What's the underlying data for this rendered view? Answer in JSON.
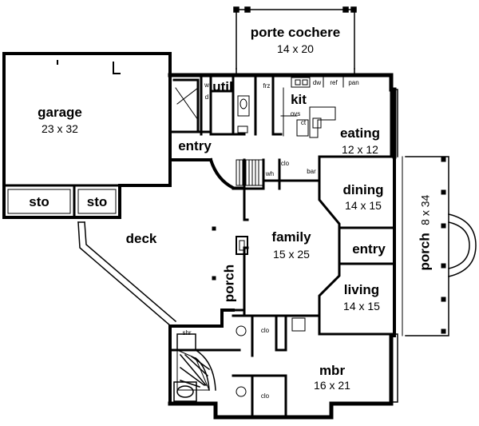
{
  "rooms": {
    "porte_cochere": {
      "name": "porte cochere",
      "size": "14 x 20"
    },
    "garage": {
      "name": "garage",
      "size": "23 x 32"
    },
    "sto_left": {
      "name": "sto"
    },
    "sto_right": {
      "name": "sto"
    },
    "util": {
      "name": "util"
    },
    "kit": {
      "name": "kit"
    },
    "eating": {
      "name": "eating",
      "size": "12 x 12"
    },
    "entry_top": {
      "name": "entry"
    },
    "dining": {
      "name": "dining",
      "size": "14 x 15"
    },
    "deck": {
      "name": "deck"
    },
    "family": {
      "name": "family",
      "size": "15 x 25"
    },
    "entry_mid": {
      "name": "entry"
    },
    "porch_right": {
      "name": "porch",
      "size": "8 x 34"
    },
    "porch_left": {
      "name": "porch"
    },
    "living": {
      "name": "living",
      "size": "14 x 15"
    },
    "mbr": {
      "name": "mbr",
      "size": "16 x 21"
    }
  },
  "fixtures": {
    "frz": "frz",
    "dw": "dw",
    "ref": "ref",
    "pan": "pan",
    "ovs": "ovs",
    "ct": "ct",
    "clo_hall": "clo",
    "wh": "wh",
    "bar": "bar",
    "shr": "shr",
    "clo_bath": "clo",
    "clo_mbr": "clo",
    "w": "w",
    "d": "d"
  }
}
